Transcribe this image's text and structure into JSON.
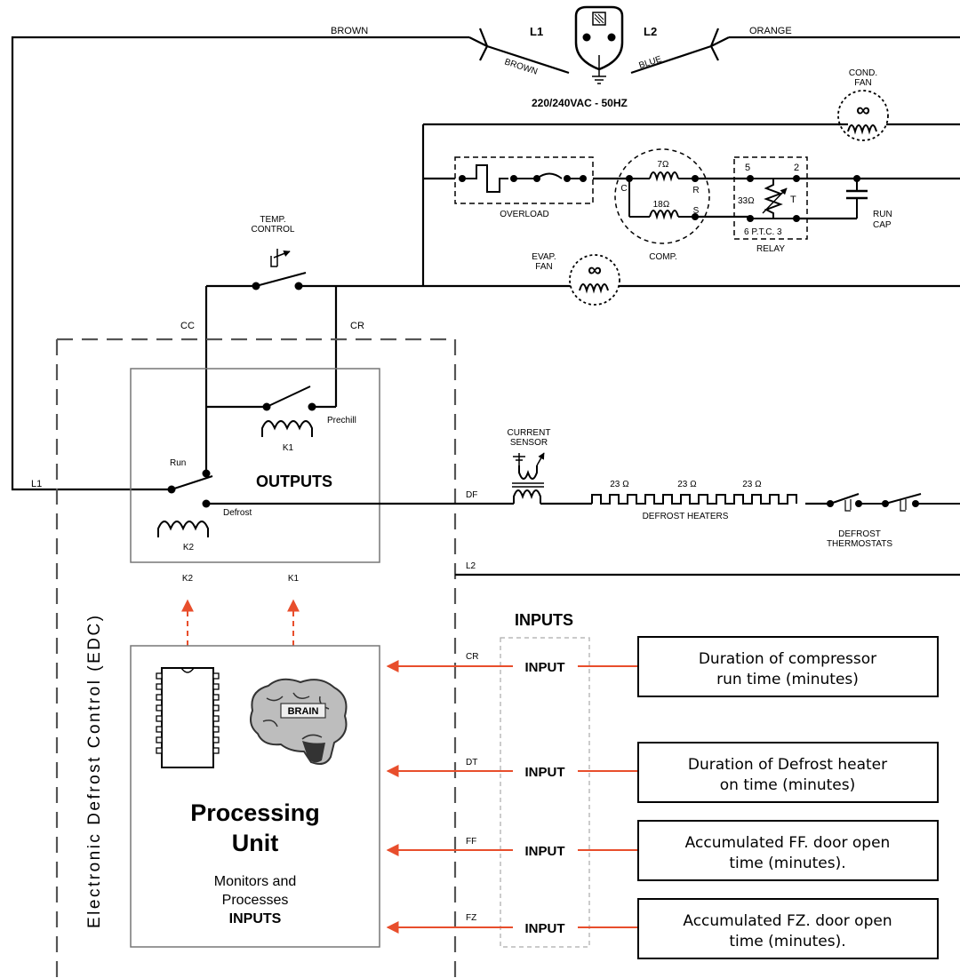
{
  "power": {
    "l1": "L1",
    "l2": "L2",
    "supply": "220/240VAC - 50HZ",
    "brown_wire": "BROWN",
    "orange_wire": "ORANGE",
    "brown_lead": "BROWN",
    "blue_lead": "BLUE"
  },
  "components": {
    "cond_fan": [
      "COND.",
      "FAN"
    ],
    "evap_fan": [
      "EVAP.",
      "FAN"
    ],
    "overload": "OVERLOAD",
    "comp": "COMP.",
    "comp_c": "C",
    "comp_r": "R",
    "comp_s": "S",
    "winding_run": "7Ω",
    "winding_start": "18Ω",
    "relay": "RELAY",
    "relay_ptc": "6 P.T.C. 3",
    "relay_5": "5",
    "relay_2": "2",
    "relay_t": "T",
    "relay_res": "33Ω",
    "run_cap": [
      "RUN",
      "CAP"
    ],
    "temp_control": [
      "TEMP.",
      "CONTROL"
    ],
    "current_sensor": [
      "CURRENT",
      "SENSOR"
    ],
    "heater_ohm": [
      "23 Ω",
      "23 Ω",
      "23 Ω"
    ],
    "defrost_heaters": "DEFROST HEATERS",
    "defrost_thermostats": [
      "DEFROST",
      "THERMOSTATS"
    ]
  },
  "wires": {
    "cc": "CC",
    "cr": "CR",
    "l1": "L1",
    "df": "DF",
    "l2": "L2"
  },
  "edc": {
    "title": "Electronic Defrost Control (EDC)",
    "outputs": "OUTPUTS",
    "run": "Run",
    "defrost": "Defrost",
    "prechill": "Prechill",
    "k1": "K1",
    "k2": "K2",
    "out_k2": "K2",
    "out_k1": "K1",
    "brain": "BRAIN",
    "processing_title": [
      "Processing",
      "Unit"
    ],
    "processing_sub": [
      "Monitors and",
      "Processes"
    ],
    "processing_inputs": "INPUTS"
  },
  "inputs": {
    "heading": "INPUTS",
    "items": [
      {
        "wire": "CR",
        "label": "INPUT",
        "desc": [
          "Duration of compressor",
          "run time (minutes)"
        ]
      },
      {
        "wire": "DT",
        "label": "INPUT",
        "desc": [
          "Duration of Defrost heater",
          "on time (minutes)"
        ]
      },
      {
        "wire": "FF",
        "label": "INPUT",
        "desc": [
          "Accumulated FF. door open",
          "time (minutes)."
        ]
      },
      {
        "wire": "FZ",
        "label": "INPUT",
        "desc": [
          "Accumulated FZ. door open",
          "time (minutes)."
        ]
      }
    ]
  },
  "colors": {
    "arrow": "#e84e2c",
    "wire": "#000000",
    "dash": "#555555"
  }
}
